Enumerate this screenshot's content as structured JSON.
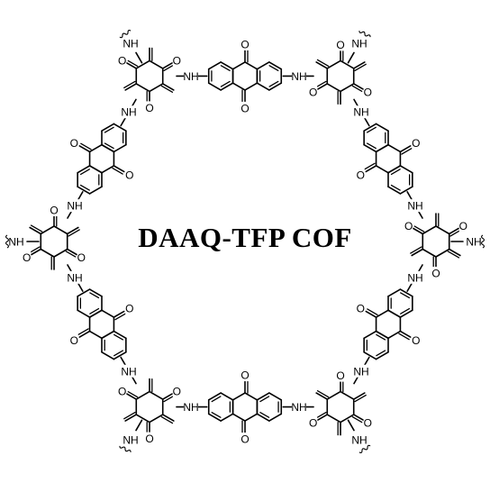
{
  "diagram": {
    "title": "DAAQ-TFP COF",
    "labels": {
      "amine": "NH",
      "carbonyl": "O"
    }
  }
}
